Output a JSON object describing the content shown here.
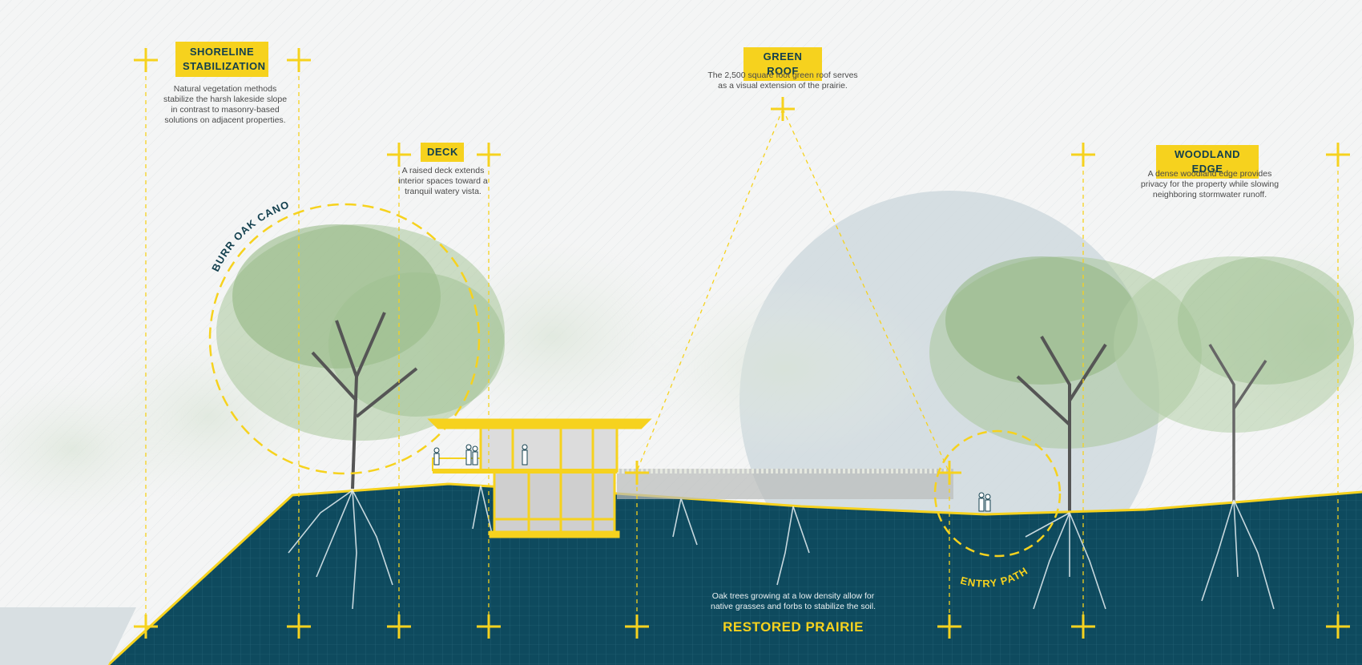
{
  "colors": {
    "accent_yellow": "#f6d21e",
    "soil_teal": "#0e4a5e",
    "label_text": "#123f4e",
    "foliage_green": "#7fa66a",
    "sky_bg": "#f4f5f5",
    "sun_disc": "#cfd9de"
  },
  "callouts": {
    "shoreline": {
      "title_line1": "SHORELINE",
      "title_line2": "STABILIZATION",
      "desc_line1": "Natural vegetation methods",
      "desc_line2": "stabilize the harsh lakeside slope",
      "desc_line3": "in contrast to masonry-based",
      "desc_line4": "solutions on adjacent properties."
    },
    "deck": {
      "title": "DECK",
      "desc_line1": "A raised deck extends",
      "desc_line2": "interior spaces toward a",
      "desc_line3": "tranquil watery vista."
    },
    "green_roof": {
      "title": "GREEN ROOF",
      "desc_line1": "The 2,500 square foot green roof serves",
      "desc_line2": "as a visual extension of the prairie."
    },
    "woodland_edge": {
      "title": "WOODLAND EDGE",
      "desc_line1": "A dense woodland edge provides",
      "desc_line2": "privacy for the property while slowing",
      "desc_line3": "neighboring stormwater runoff."
    },
    "burr_oak": {
      "title": "BURR OAK CANOPY"
    },
    "entry_path": {
      "title": "ENTRY PATH"
    },
    "restored_prairie": {
      "title": "RESTORED PRAIRIE",
      "desc_line1": "Oak trees growing at a low density allow for",
      "desc_line2": "native grasses and forbs to stabilize the soil."
    }
  },
  "icons": [
    "crosshair-marker-icon",
    "person-silhouette-icon",
    "tree-illustration-icon",
    "root-system-icon"
  ]
}
